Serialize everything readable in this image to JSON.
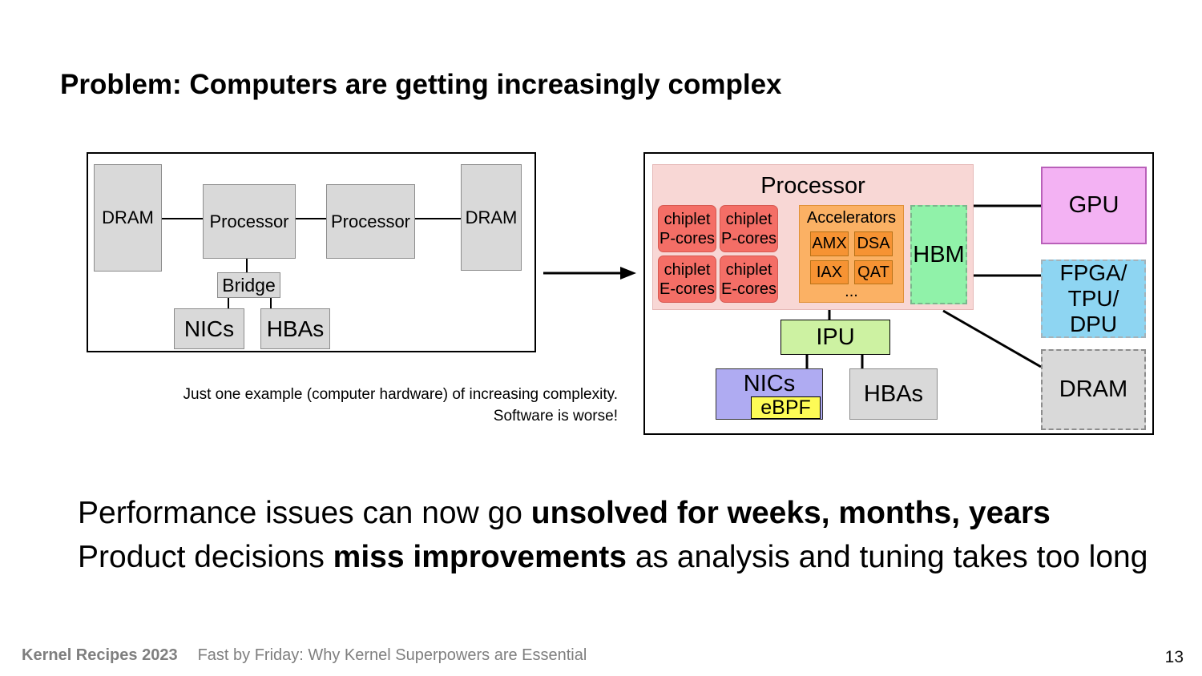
{
  "title": "Problem: Computers are getting increasingly complex",
  "left_diagram": {
    "dram_left": "DRAM",
    "processor_1": "Processor",
    "processor_2": "Processor",
    "dram_right": "DRAM",
    "bridge": "Bridge",
    "nics": "NICs",
    "hbas": "HBAs"
  },
  "right_diagram": {
    "processor_label": "Processor",
    "chiplets": [
      {
        "l1": "chiplet",
        "l2": "P-cores"
      },
      {
        "l1": "chiplet",
        "l2": "P-cores"
      },
      {
        "l1": "chiplet",
        "l2": "E-cores"
      },
      {
        "l1": "chiplet",
        "l2": "E-cores"
      }
    ],
    "accelerators": {
      "label": "Accelerators",
      "units": [
        "AMX",
        "DSA",
        "IAX",
        "QAT"
      ],
      "more": "..."
    },
    "hbm": "HBM",
    "gpu": "GPU",
    "fpga": {
      "lines": [
        "FPGA/",
        "TPU/",
        "DPU"
      ]
    },
    "dram": "DRAM",
    "ipu": "IPU",
    "nics": "NICs",
    "ebpf": "eBPF",
    "hbas": "HBAs"
  },
  "caption": {
    "line1": "Just one example (computer hardware) of increasing complexity.",
    "line2": "Software is worse!"
  },
  "body": {
    "line1_normal": "Performance issues can now go ",
    "line1_bold": "unsolved for weeks, months, years",
    "line2_normal_a": "Product decisions ",
    "line2_bold": "miss improvements",
    "line2_normal_b": " as analysis and tuning takes too long"
  },
  "footer": {
    "conference": "Kernel Recipes 2023",
    "talk_title": "Fast by Friday: Why Kernel Superpowers are Essential",
    "page_number": "13"
  },
  "colors": {
    "box_gray": "#d9d9d9",
    "gray_border": "#8c8c8c",
    "processor_pink": "#f8d7d5",
    "processor_pink_border": "#e5b8b6",
    "chiplet_red": "#f46e66",
    "chiplet_red_border": "#d65850",
    "accel_orange": "#fbb164",
    "accel_orange_border": "#e09137",
    "accel_unit_orange": "#f69333",
    "accel_unit_border": "#b87116",
    "hbm_green": "#90f2a9",
    "hbm_green_border": "#7ab88d",
    "gpu_magenta": "#f3b2f3",
    "gpu_magenta_border": "#b960b9",
    "fpga_blue": "#8ed5f2",
    "fpga_blue_border": "#a5b3ba",
    "ipu_green": "#cdf2a2",
    "nics_purple": "#afabf2",
    "ebpf_yellow": "#fdfb56",
    "footer_gray": "#7f7f7f"
  }
}
